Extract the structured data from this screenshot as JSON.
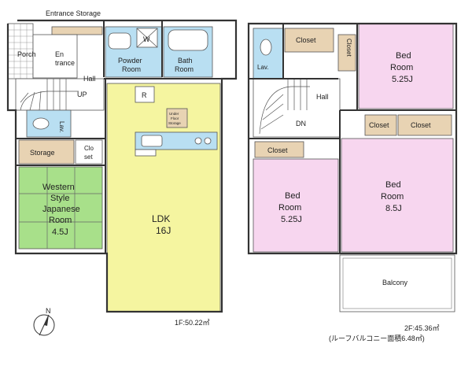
{
  "floor1": {
    "entrance_storage": "Entrance Storage",
    "porch": "Porch",
    "entrance": [
      "En",
      "trance"
    ],
    "powder_room": [
      "Powder",
      "Room"
    ],
    "washer": "W",
    "bath_room": [
      "Bath",
      "Room"
    ],
    "hall": "Hall",
    "up": "UP",
    "lav": "Lav.",
    "refrigerator": "R",
    "under_floor_storage": [
      "Under",
      "Floor",
      "Storage"
    ],
    "storage": "Storage",
    "closet": [
      "Clo",
      "set"
    ],
    "japanese_room": [
      "Western",
      "Style",
      "Japanese",
      "Room",
      "4.5J"
    ],
    "ldk": [
      "LDK",
      "16J"
    ],
    "area": "1F:50.22㎡"
  },
  "floor2": {
    "lav": "Lav.",
    "closet_top": "Closet",
    "closet_vertical": "Closet",
    "bed_top": [
      "Bed",
      "Room",
      "5.25J"
    ],
    "hall": "Hall",
    "dn": "DN",
    "closet_left": "Closet",
    "closet_mid_a": "Closet",
    "closet_mid_b": "Closet",
    "bed_left": [
      "Bed",
      "Room",
      "5.25J"
    ],
    "bed_right": [
      "Bed",
      "Room",
      "8.5J"
    ],
    "balcony": "Balcony",
    "area": "2F:45.36㎡",
    "area_note": "(ルーフバルコニー面積6.48㎡)"
  },
  "compass": "N",
  "colors": {
    "ldk": "#f5f5a0",
    "japanese": "#a8e08a",
    "wet": "#b9dff2",
    "bed": "#f7d6ef",
    "closet": "#e8d3b3",
    "floor": "#ffffff"
  }
}
